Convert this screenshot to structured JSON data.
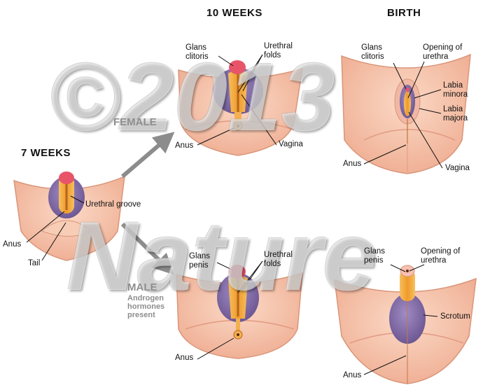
{
  "headers": {
    "ten_weeks": "10 WEEKS",
    "birth": "BIRTH",
    "seven_weeks": "7 WEEKS"
  },
  "sex_labels": {
    "female": "FEMALE",
    "male": "MALE",
    "androgen": "Androgen\nhormones\npresent"
  },
  "labels": {
    "seven_weeks": {
      "urethral_groove": "Urethral groove",
      "anus": "Anus",
      "tail": "Tail"
    },
    "female_10": {
      "glans_clitoris": "Glans\nclitoris",
      "urethral_folds": "Urethral\nfolds",
      "anus": "Anus",
      "vagina": "Vagina"
    },
    "female_birth": {
      "glans_clitoris": "Glans\nclitoris",
      "opening_of_urethra": "Opening of\nurethra",
      "labia_minora": "Labia\nminora",
      "labia_majora": "Labia\nmajora",
      "anus": "Anus",
      "vagina": "Vagina"
    },
    "male_10": {
      "glans_penis": "Glans\npenis",
      "urethral_folds": "Urethral\nfolds",
      "anus": "Anus"
    },
    "male_birth": {
      "glans_penis": "Glans\npenis",
      "opening_of_urethra": "Opening of\nurethra",
      "scrotum": "Scrotum",
      "anus": "Anus"
    }
  },
  "watermark": {
    "copyright": "©2013",
    "brand": "Nature"
  },
  "colors": {
    "skin": "#f4c2a8",
    "skin_shade": "#e8a68a",
    "purple": "#7e6aa0",
    "orange": "#f0a030",
    "pink": "#e85468",
    "arrow": "#8c8c8c"
  }
}
